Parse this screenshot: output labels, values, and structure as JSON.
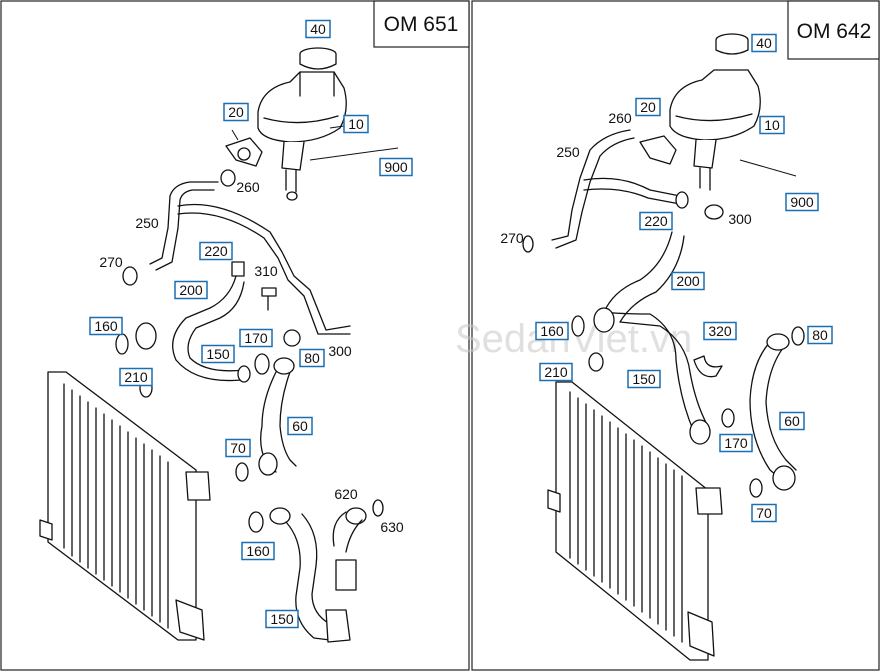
{
  "panels": [
    {
      "title": "OM 651",
      "callouts": [
        {
          "label": "40",
          "boxed": true
        },
        {
          "label": "20",
          "boxed": true
        },
        {
          "label": "10",
          "boxed": true
        },
        {
          "label": "900",
          "boxed": true
        },
        {
          "label": "260",
          "boxed": false
        },
        {
          "label": "250",
          "boxed": false
        },
        {
          "label": "220",
          "boxed": true
        },
        {
          "label": "270",
          "boxed": false
        },
        {
          "label": "310",
          "boxed": false
        },
        {
          "label": "200",
          "boxed": true
        },
        {
          "label": "160",
          "boxed": true
        },
        {
          "label": "170",
          "boxed": true
        },
        {
          "label": "150",
          "boxed": true
        },
        {
          "label": "80",
          "boxed": true
        },
        {
          "label": "300",
          "boxed": false
        },
        {
          "label": "210",
          "boxed": true
        },
        {
          "label": "60",
          "boxed": true
        },
        {
          "label": "70",
          "boxed": true
        },
        {
          "label": "620",
          "boxed": false
        },
        {
          "label": "630",
          "boxed": false
        },
        {
          "label": "160",
          "boxed": true
        },
        {
          "label": "150",
          "boxed": true
        }
      ]
    },
    {
      "title": "OM 642",
      "callouts": [
        {
          "label": "40",
          "boxed": true
        },
        {
          "label": "20",
          "boxed": true
        },
        {
          "label": "260",
          "boxed": false
        },
        {
          "label": "10",
          "boxed": true
        },
        {
          "label": "250",
          "boxed": false
        },
        {
          "label": "900",
          "boxed": true
        },
        {
          "label": "220",
          "boxed": true
        },
        {
          "label": "300",
          "boxed": false
        },
        {
          "label": "270",
          "boxed": false
        },
        {
          "label": "200",
          "boxed": true
        },
        {
          "label": "160",
          "boxed": true
        },
        {
          "label": "320",
          "boxed": true
        },
        {
          "label": "80",
          "boxed": true
        },
        {
          "label": "210",
          "boxed": true
        },
        {
          "label": "150",
          "boxed": true
        },
        {
          "label": "60",
          "boxed": true
        },
        {
          "label": "170",
          "boxed": true
        },
        {
          "label": "70",
          "boxed": true
        }
      ]
    }
  ],
  "watermark": "SedanViet.vn"
}
